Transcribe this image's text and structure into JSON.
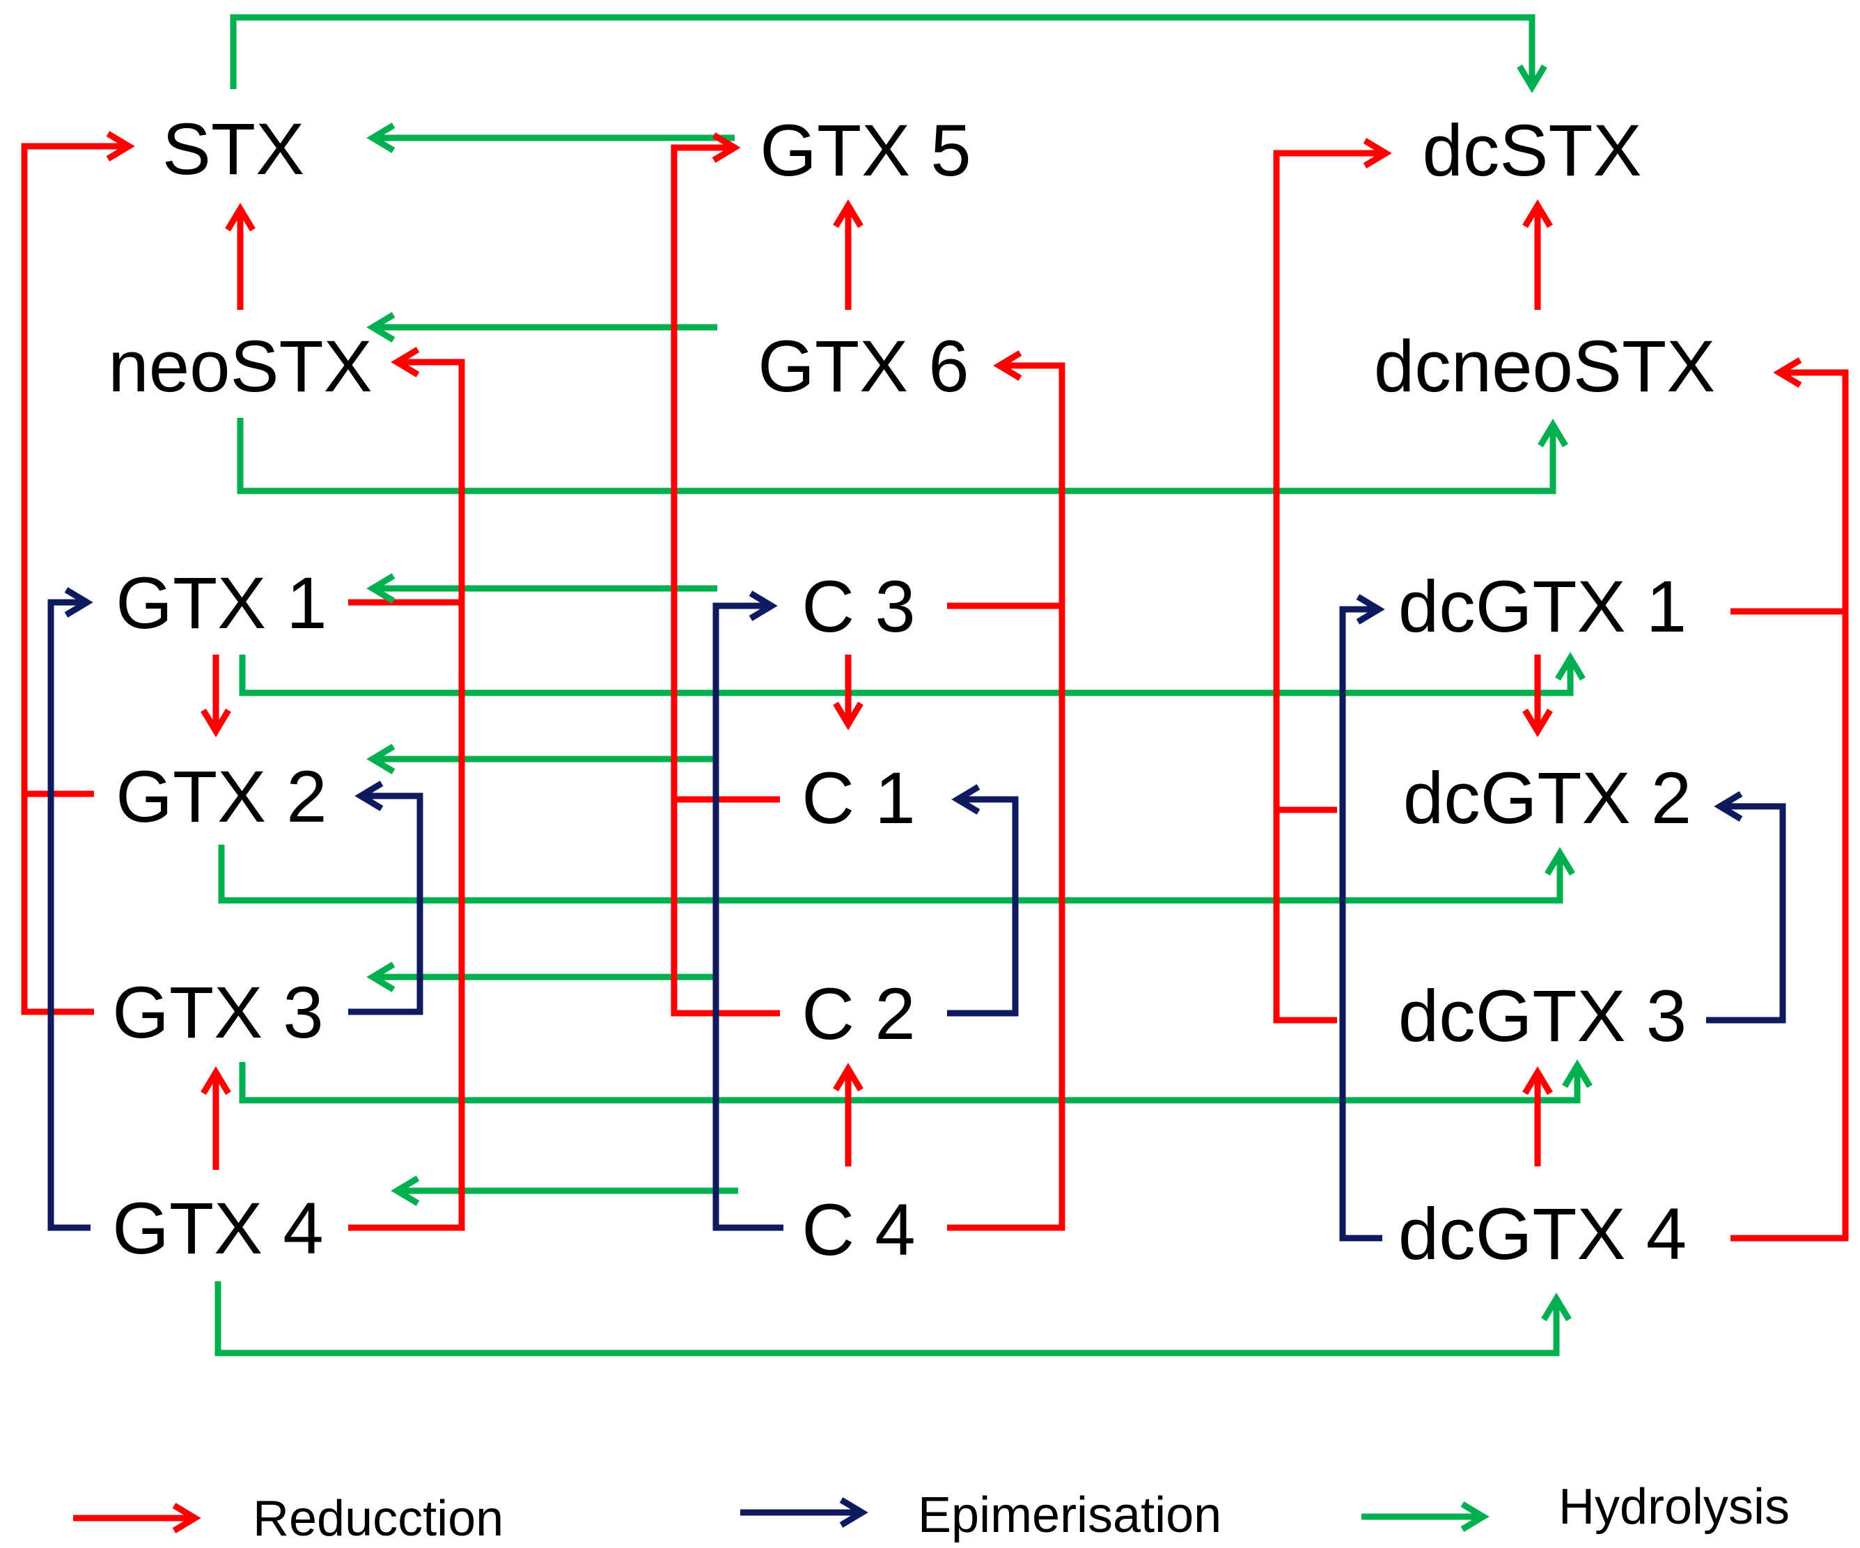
{
  "colors": {
    "reduction": "#ff0000",
    "epimerisation": "#0d1b5e",
    "hydrolysis": "#00b050"
  },
  "nodes": {
    "stx": "STX",
    "gtx5": "GTX 5",
    "dcstx": "dcSTX",
    "neostx": "neoSTX",
    "gtx6": "GTX 6",
    "dcneostx": "dcneoSTX",
    "gtx1": "GTX 1",
    "c3": "C 3",
    "dcgtx1": "dcGTX 1",
    "gtx2": "GTX 2",
    "c1": "C 1",
    "dcgtx2": "dcGTX 2",
    "gtx3": "GTX 3",
    "c2": "C 2",
    "dcgtx3": "dcGTX 3",
    "gtx4": "GTX 4",
    "c4": "C 4",
    "dcgtx4": "dcGTX 4"
  },
  "legend": {
    "reduction": "Reducction",
    "epimerisation": "Epimerisation",
    "hydrolysis": "Hydrolysis"
  }
}
